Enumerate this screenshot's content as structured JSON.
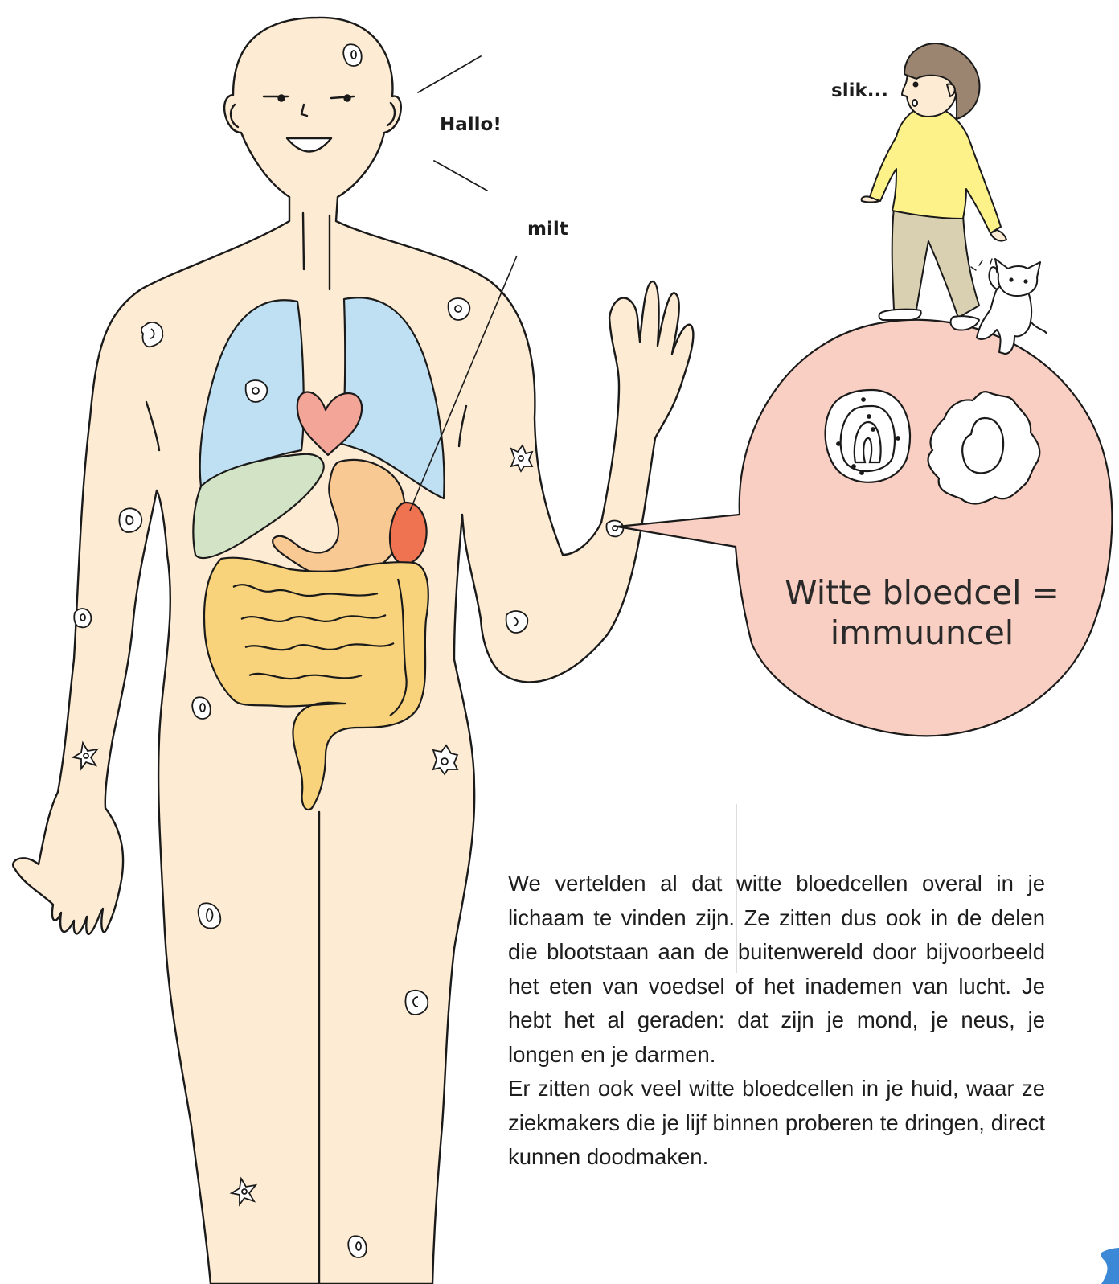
{
  "labels": {
    "greeting": "Hallo!",
    "spleen": "milt",
    "gulp": "slik..."
  },
  "bubble": {
    "line1": "Witte bloedcel =",
    "line2": "immuuncel"
  },
  "paragraphs": [
    "We vertelden al dat witte bloedcellen overal in je lichaam te vinden zijn. Ze zitten dus ook in de delen die blootstaan aan de buitenwereld door bijvoorbeeld het eten van voedsel of het inademen van lucht. Je hebt het al geraden: dat zijn je mond, je neus, je longen en je darmen.",
    "Er zitten ook veel witte bloedcellen in je huid, waar ze ziekmakers die je lijf binnen proberen te dringen, direct kunnen doodmaken."
  ],
  "colors": {
    "skin": "#fdebd3",
    "lungs": "#bfe0f2",
    "heart": "#f3a598",
    "liver": "#d3e3c6",
    "stomach": "#f9c994",
    "spleen": "#ef7350",
    "intestines": "#f8d37c",
    "bubble": "#f8cfc2",
    "sweater": "#fdf28a",
    "trousers": "#d8d0b0",
    "hair": "#9b8570",
    "page_tab": "#3a88d6"
  }
}
